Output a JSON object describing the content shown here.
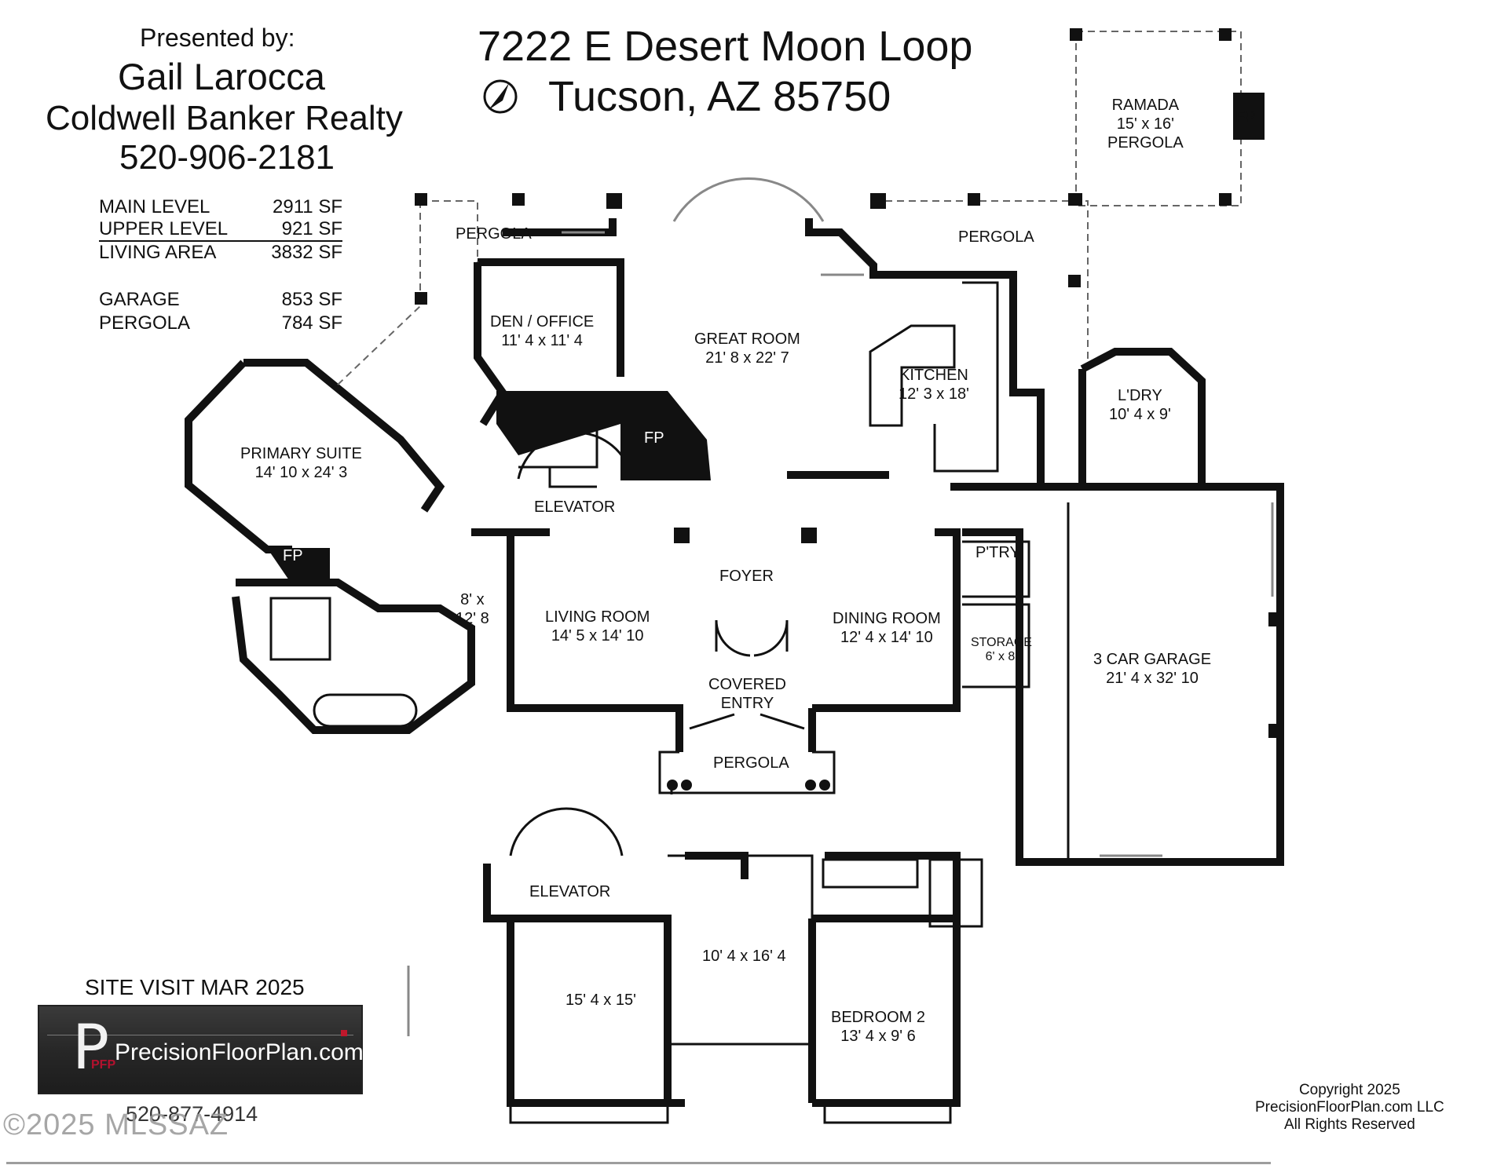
{
  "header": {
    "presented_by": "Presented by:",
    "agent_name": "Gail Larocca",
    "brokerage": "Coldwell Banker Realty",
    "phone": "520-906-2181"
  },
  "address": {
    "line1": "7222 E Desert Moon Loop",
    "line2": "Tucson, AZ  85750"
  },
  "square_footage": [
    {
      "label": "MAIN LEVEL",
      "value": "2911 SF"
    },
    {
      "label": "UPPER LEVEL",
      "value": "921 SF"
    },
    {
      "label": "LIVING AREA",
      "value": "3832 SF"
    },
    {
      "label": "GARAGE",
      "value": "853 SF"
    },
    {
      "label": "PERGOLA",
      "value": "784 SF"
    }
  ],
  "rooms": {
    "ramada": {
      "name": "RAMADA",
      "size": "15' x 16'",
      "extra": "PERGOLA"
    },
    "pergola_left": {
      "name": "PERGOLA"
    },
    "pergola_right": {
      "name": "PERGOLA"
    },
    "pergola_front": {
      "name": "PERGOLA"
    },
    "den": {
      "name": "DEN / OFFICE",
      "size": "11' 4 x 11' 4"
    },
    "great_room": {
      "name": "GREAT ROOM",
      "size": "21' 8 x 22' 7"
    },
    "kitchen": {
      "name": "KITCHEN",
      "size": "12' 3 x 18'"
    },
    "laundry": {
      "name": "L'DRY",
      "size": "10' 4 x 9'"
    },
    "primary_suite": {
      "name": "PRIMARY SUITE",
      "size": "14' 10 x 24' 3"
    },
    "elevator_main": {
      "name": "ELEVATOR"
    },
    "foyer": {
      "name": "FOYER"
    },
    "pantry": {
      "name": "P'TRY"
    },
    "closet": {
      "name": "8' x",
      "size": "12' 8"
    },
    "living_room": {
      "name": "LIVING ROOM",
      "size": "14' 5 x 14' 10"
    },
    "dining_room": {
      "name": "DINING ROOM",
      "size": "12' 4 x 14' 10"
    },
    "storage": {
      "name": "STORAGE",
      "size": "6' x 8'"
    },
    "garage": {
      "name": "3 CAR GARAGE",
      "size": "21' 4 x 32' 10"
    },
    "covered_entry": {
      "name": "COVERED",
      "size": "ENTRY"
    },
    "elevator_upper": {
      "name": "ELEVATOR"
    },
    "loft": {
      "name": "10' 4 x 16' 4"
    },
    "bedroom_upper": {
      "name": "15' 4 x 15'"
    },
    "bedroom2": {
      "name": "BEDROOM 2",
      "size": "13' 4 x 9' 6"
    }
  },
  "fireplace_label": "FP",
  "footer": {
    "site_visit": "SITE VISIT  MAR 2025",
    "logo_letter": "P",
    "logo_sub": "PFP",
    "logo_text": "PrecisionFloorPlan.com",
    "logo_phone": "520-877-4914",
    "mls_watermark": "©2025 MLSSAZ",
    "copyright": [
      "Copyright 2025",
      "PrecisionFloorPlan.com LLC",
      "All Rights Reserved"
    ]
  }
}
